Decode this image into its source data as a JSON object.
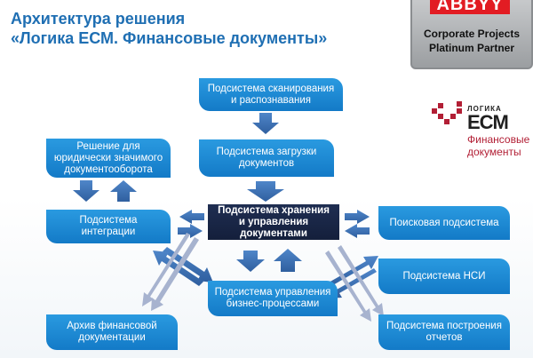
{
  "header": {
    "title_line1": "Архитектура решения",
    "title_line2": "«Логика ЕСМ. Финансовые документы»"
  },
  "badge": {
    "brand": "ABBYY",
    "line1": "Corporate Projects",
    "line2": "Platinum Partner"
  },
  "logo": {
    "small": "ЛОГИКА",
    "main": "ECM",
    "sub1": "Финансовые",
    "sub2": "документы"
  },
  "boxes": {
    "scanning": "Подсистема сканирования и распознавания",
    "legal": "Решение для юридически значимого документооборота",
    "upload": "Подсистема загрузки документов",
    "integration": "Подсистема интеграции",
    "storage": "Подсистема хранения и управления документами",
    "search": "Поисковая подсистема",
    "nsi": "Подсистема НСИ",
    "bpm": "Подсистема управления бизнес-процессами",
    "archive": "Архив финансовой документации",
    "reports": "Подсистема построения отчетов"
  },
  "colors": {
    "title": "#1f6fb3",
    "box": "#1a85d0",
    "core": "#1a2747",
    "arrow": "#3d6fb5",
    "arrow_light": "#9aa8c8",
    "brand_red": "#e21c23",
    "logo_red": "#b21f35"
  }
}
